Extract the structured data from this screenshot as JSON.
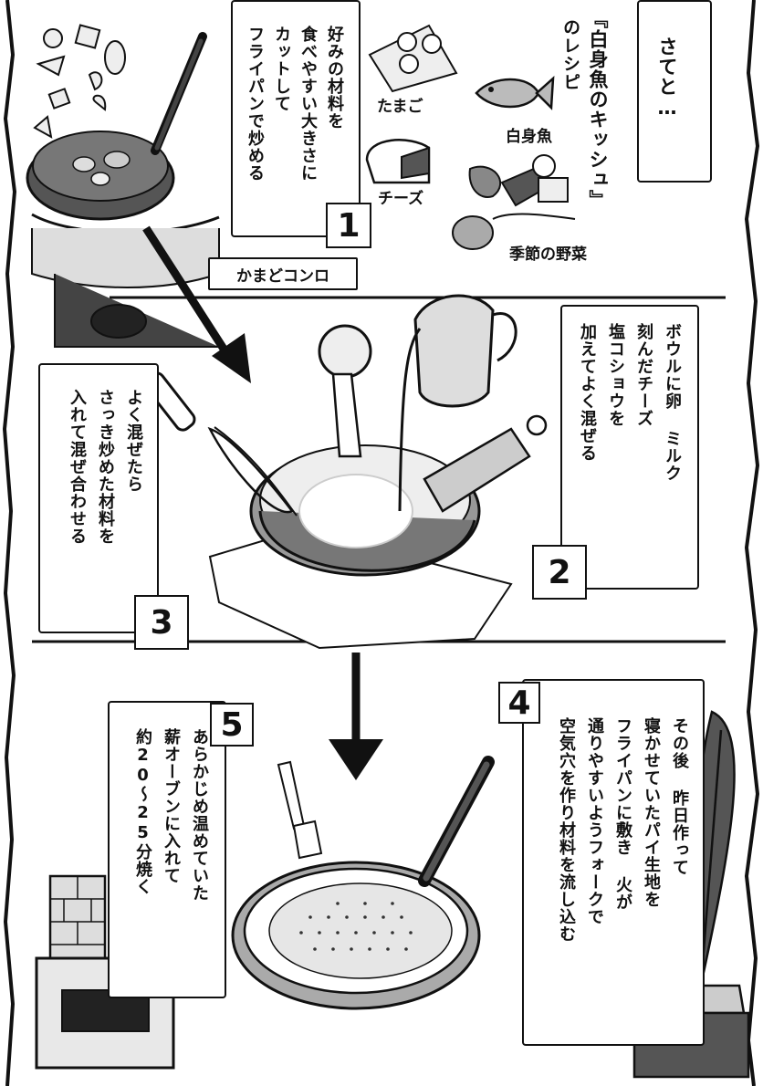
{
  "intro": {
    "text": "さてと…"
  },
  "recipe_title": {
    "line1": "『白身魚のキッシュ』",
    "line2": "のレシピ"
  },
  "ingredients": {
    "egg": "たまご",
    "fish": "白身魚",
    "cheese": "チーズ",
    "vegetables": "季節の野菜"
  },
  "stove_label": "かまどコンロ",
  "steps": [
    {
      "number": "1",
      "lines": [
        "好みの材料を",
        "食べやすい大きさに",
        "カットして",
        "フライパンで炒める"
      ]
    },
    {
      "number": "2",
      "lines": [
        "ボウルに卵 ミルク",
        "刻んだチーズ",
        "塩コショウを",
        "加えてよく混ぜる"
      ]
    },
    {
      "number": "3",
      "lines": [
        "よく混ぜたら",
        "さっき炒めた材料を",
        "入れて混ぜ合わせる"
      ]
    },
    {
      "number": "4",
      "lines": [
        "その後 昨日作って",
        "寝かせていたパイ生地を",
        "フライパンに敷き 火が",
        "通りやすいようフォークで",
        "空気穴を作り材料を流し込む"
      ]
    },
    {
      "number": "5",
      "lines": [
        "あらかじめ温めていた",
        "薪オーブンに入れて",
        "約20～25分焼く"
      ]
    }
  ]
}
